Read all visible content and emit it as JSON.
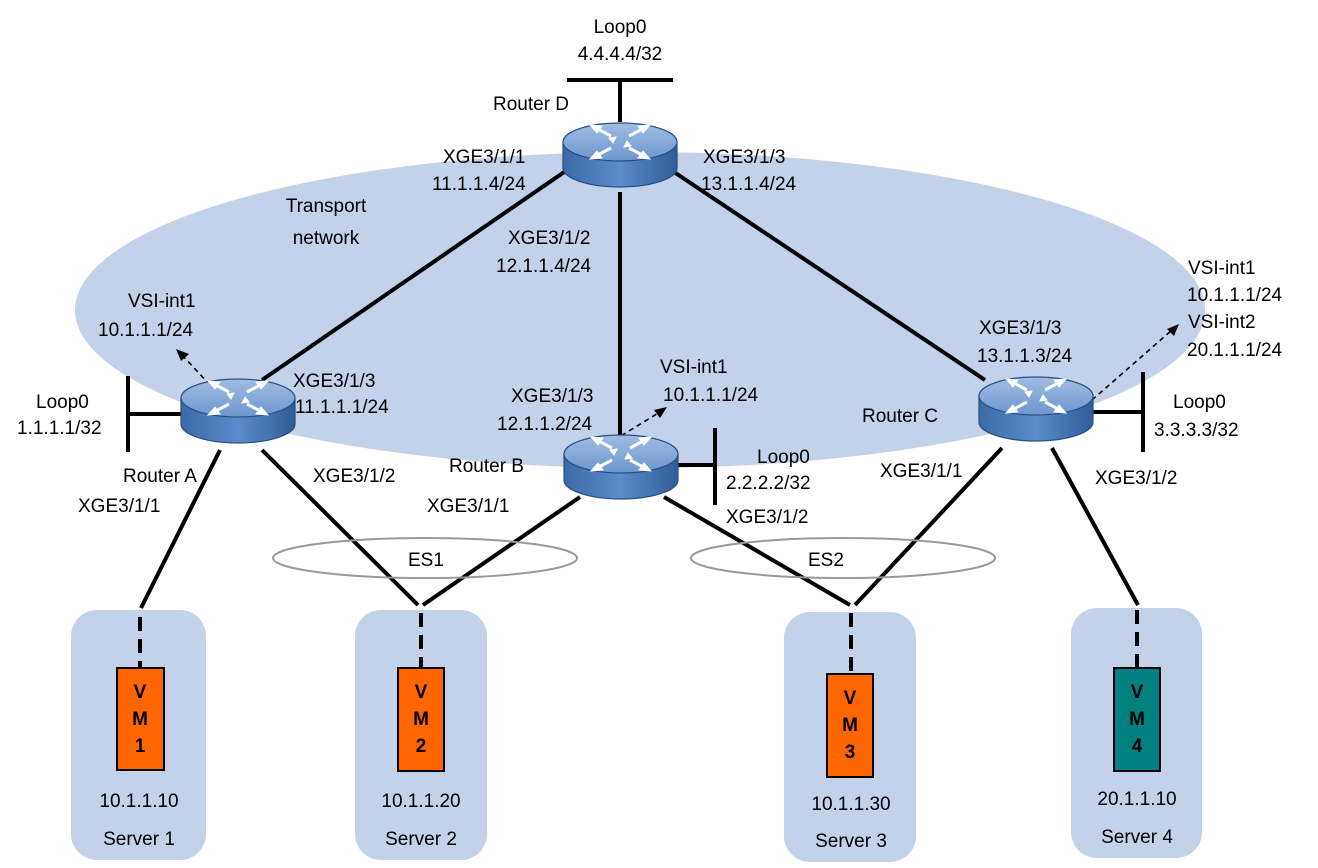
{
  "colors": {
    "network_fill": "#c3d1e9",
    "server_fill": "#c3d1e9",
    "router_body": "#4f81bd",
    "vm_orange": "#ff6600",
    "vm_teal": "#008080"
  },
  "transport_label": {
    "line1": "Transport",
    "line2": "network"
  },
  "router_d": {
    "name": "Router D",
    "loop_title": "Loop0",
    "loop_ip": "4.4.4.4/32",
    "if_a": "XGE3/1/1",
    "ip_a": "11.1.1.4/24",
    "if_b": "XGE3/1/2",
    "ip_b": "12.1.1.4/24",
    "if_c": "XGE3/1/3",
    "ip_c": "13.1.1.4/24"
  },
  "router_a": {
    "name": "Router A",
    "loop_title": "Loop0",
    "loop_ip": "1.1.1.1/32",
    "vsi": "VSI-int1",
    "vsi_ip": "10.1.1.1/24",
    "if_d": "XGE3/1/3",
    "ip_d": "11.1.1.1/24",
    "if_s1": "XGE3/1/1",
    "if_s2": "XGE3/1/2"
  },
  "router_b": {
    "name": "Router B",
    "loop_title": "Loop0",
    "loop_ip": "2.2.2.2/32",
    "vsi": "VSI-int1",
    "vsi_ip": "10.1.1.1/24",
    "if_d": "XGE3/1/3",
    "ip_d": "12.1.1.2/24",
    "if_s2": "XGE3/1/1",
    "if_s3": "XGE3/1/2"
  },
  "router_c": {
    "name": "Router C",
    "loop_title": "Loop0",
    "loop_ip": "3.3.3.3/32",
    "vsi1": "VSI-int1",
    "vsi1_ip": "10.1.1.1/24",
    "vsi2": "VSI-int2",
    "vsi2_ip": "20.1.1.1/24",
    "if_d": "XGE3/1/3",
    "ip_d": "13.1.1.3/24",
    "if_s3": "XGE3/1/1",
    "if_s4": "XGE3/1/2"
  },
  "es1": "ES1",
  "es2": "ES2",
  "servers": [
    {
      "name": "Server 1",
      "ip": "10.1.1.10",
      "vm_v": "V",
      "vm_m": "M",
      "vm_n": "1"
    },
    {
      "name": "Server 2",
      "ip": "10.1.1.20",
      "vm_v": "V",
      "vm_m": "M",
      "vm_n": "2"
    },
    {
      "name": "Server 3",
      "ip": "10.1.1.30",
      "vm_v": "V",
      "vm_m": "M",
      "vm_n": "3"
    },
    {
      "name": "Server 4",
      "ip": "20.1.1.10",
      "vm_v": "V",
      "vm_m": "M",
      "vm_n": "4"
    }
  ]
}
